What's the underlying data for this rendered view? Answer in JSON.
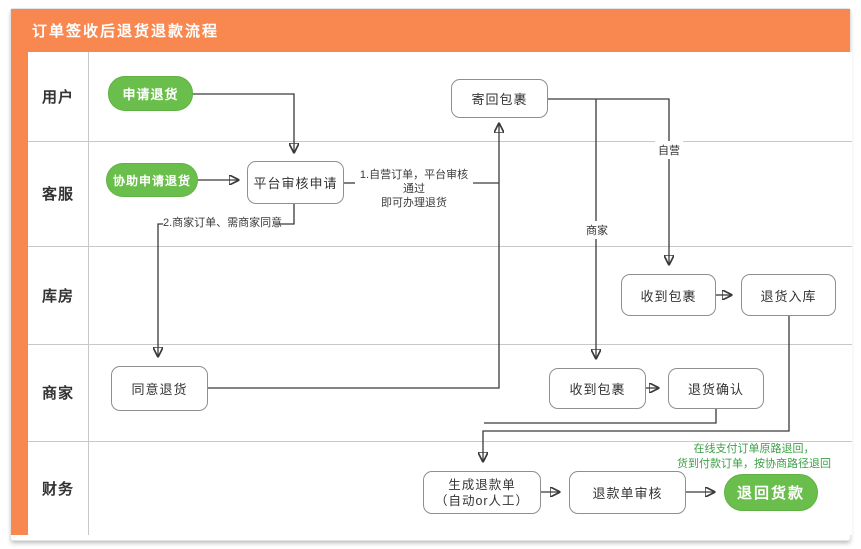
{
  "title": "订单签收后退货退款流程",
  "colors": {
    "title_bar_orange": "#F8884F",
    "accent_strip_orange": "#F8884F",
    "node_green": "#6ABE4B",
    "note_green_text": "#3DA048",
    "node_border_gray": "#8F8F8F",
    "lane_line_gray": "#C8C8C8",
    "arrow_dark": "#3A3A3A"
  },
  "lanes": [
    {
      "label": "用户"
    },
    {
      "label": "客服"
    },
    {
      "label": "库房"
    },
    {
      "label": "商家"
    },
    {
      "label": "财务"
    }
  ],
  "nodes": {
    "apply_return": {
      "label": "申请退货"
    },
    "send_back_package": {
      "label": "寄回包裹"
    },
    "assist_apply_return": {
      "label": "协助申请退货"
    },
    "platform_review": {
      "label": "平台审核申请"
    },
    "warehouse_receive": {
      "label": "收到包裹"
    },
    "return_into_warehouse": {
      "label": "退货入库"
    },
    "agree_return": {
      "label": "同意退货"
    },
    "merchant_receive": {
      "label": "收到包裹"
    },
    "return_confirm": {
      "label": "退货确认"
    },
    "generate_refund": {
      "line1": "生成退款单",
      "line2": "（自动or人工）"
    },
    "refund_review": {
      "label": "退款单审核"
    },
    "refund_payment": {
      "label": "退回货款"
    }
  },
  "edge_labels": {
    "self_operated": "自营",
    "merchant": "商家"
  },
  "annotations": {
    "self_operated_rule_line1": "1.自营订单，平台审核通过",
    "self_operated_rule_line2": "即可办理退货",
    "merchant_rule": "2.商家订单、需商家同意",
    "refund_route_line1": "在线支付订单原路退回，",
    "refund_route_line2": "货到付款订单，按协商路径退回"
  }
}
